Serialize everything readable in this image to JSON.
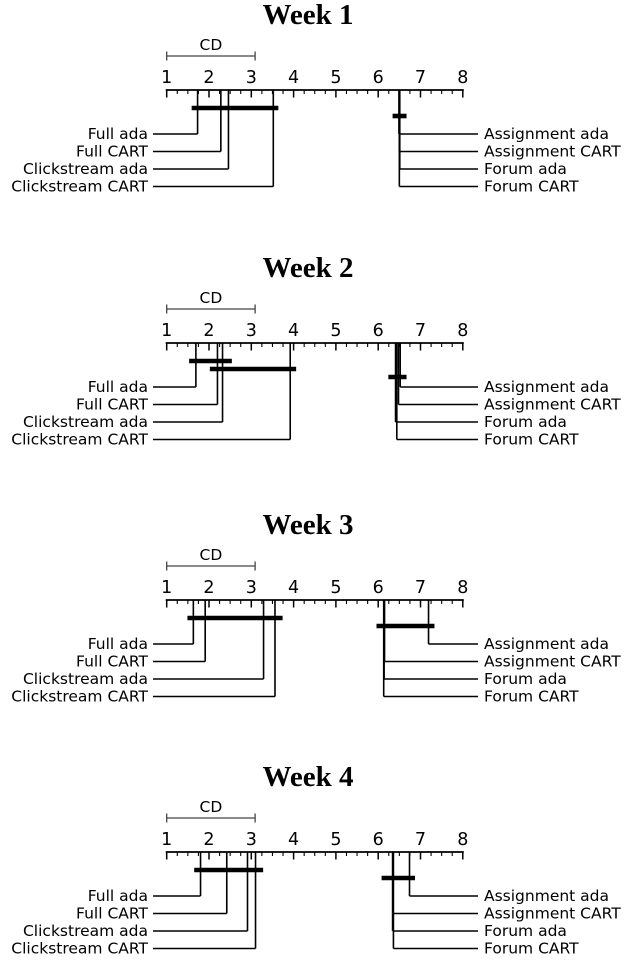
{
  "figure": {
    "background": "#ffffff",
    "line_color": "#000000",
    "bracket_color": "#444444",
    "left_method_order": [
      "Full ada",
      "Full CART",
      "Clickstream ada",
      "Clickstream CART"
    ],
    "right_method_order": [
      "Assignment ada",
      "Assignment CART",
      "Forum ada",
      "Forum CART"
    ]
  },
  "chart_data": [
    {
      "type": "cd-diagram",
      "title": "Week 1",
      "axis": {
        "min": 1,
        "max": 8,
        "major_ticks": [
          1,
          2,
          3,
          4,
          5,
          6,
          7,
          8
        ],
        "minor_step": 0.25
      },
      "cd": {
        "label": "CD",
        "value": 2.09,
        "span": [
          1.0,
          3.09
        ]
      },
      "methods": [
        {
          "name": "Full ada",
          "side": "left",
          "row": 0,
          "rank": 1.73
        },
        {
          "name": "Full CART",
          "side": "left",
          "row": 1,
          "rank": 2.28
        },
        {
          "name": "Clickstream ada",
          "side": "left",
          "row": 2,
          "rank": 2.46
        },
        {
          "name": "Clickstream CART",
          "side": "left",
          "row": 3,
          "rank": 3.52
        },
        {
          "name": "Assignment ada",
          "side": "right",
          "row": 0,
          "rank": 6.49
        },
        {
          "name": "Assignment CART",
          "side": "right",
          "row": 1,
          "rank": 6.5
        },
        {
          "name": "Forum ada",
          "side": "right",
          "row": 2,
          "rank": 6.51
        },
        {
          "name": "Forum CART",
          "side": "right",
          "row": 3,
          "rank": 6.5
        }
      ],
      "cliques": [
        {
          "span": [
            1.59,
            3.64
          ],
          "level": 0
        },
        {
          "span": [
            6.34,
            6.67
          ],
          "level": 1
        }
      ]
    },
    {
      "type": "cd-diagram",
      "title": "Week 2",
      "axis": {
        "min": 1,
        "max": 8,
        "major_ticks": [
          1,
          2,
          3,
          4,
          5,
          6,
          7,
          8
        ],
        "minor_step": 0.25
      },
      "cd": {
        "label": "CD",
        "value": 2.09,
        "span": [
          1.0,
          3.09
        ]
      },
      "methods": [
        {
          "name": "Full ada",
          "side": "left",
          "row": 0,
          "rank": 1.69
        },
        {
          "name": "Full CART",
          "side": "left",
          "row": 1,
          "rank": 2.2
        },
        {
          "name": "Clickstream ada",
          "side": "left",
          "row": 2,
          "rank": 2.32
        },
        {
          "name": "Clickstream CART",
          "side": "left",
          "row": 3,
          "rank": 3.92
        },
        {
          "name": "Assignment ada",
          "side": "right",
          "row": 0,
          "rank": 6.52
        },
        {
          "name": "Assignment CART",
          "side": "right",
          "row": 1,
          "rank": 6.48
        },
        {
          "name": "Forum ada",
          "side": "right",
          "row": 2,
          "rank": 6.41
        },
        {
          "name": "Forum CART",
          "side": "right",
          "row": 3,
          "rank": 6.44
        }
      ],
      "cliques": [
        {
          "span": [
            1.53,
            2.54
          ],
          "level": 0
        },
        {
          "span": [
            2.02,
            4.06
          ],
          "level": 1
        },
        {
          "span": [
            6.24,
            6.67
          ],
          "level": 2
        }
      ]
    },
    {
      "type": "cd-diagram",
      "title": "Week 3",
      "axis": {
        "min": 1,
        "max": 8,
        "major_ticks": [
          1,
          2,
          3,
          4,
          5,
          6,
          7,
          8
        ],
        "minor_step": 0.25
      },
      "cd": {
        "label": "CD",
        "value": 2.09,
        "span": [
          1.0,
          3.09
        ]
      },
      "methods": [
        {
          "name": "Full ada",
          "side": "left",
          "row": 0,
          "rank": 1.63
        },
        {
          "name": "Full CART",
          "side": "left",
          "row": 1,
          "rank": 1.91
        },
        {
          "name": "Clickstream ada",
          "side": "left",
          "row": 2,
          "rank": 3.29
        },
        {
          "name": "Clickstream CART",
          "side": "left",
          "row": 3,
          "rank": 3.56
        },
        {
          "name": "Assignment ada",
          "side": "right",
          "row": 0,
          "rank": 7.19
        },
        {
          "name": "Assignment CART",
          "side": "right",
          "row": 1,
          "rank": 6.15
        },
        {
          "name": "Forum ada",
          "side": "right",
          "row": 2,
          "rank": 6.14
        },
        {
          "name": "Forum CART",
          "side": "right",
          "row": 3,
          "rank": 6.13
        }
      ],
      "cliques": [
        {
          "span": [
            1.49,
            3.74
          ],
          "level": 0
        },
        {
          "span": [
            5.96,
            7.33
          ],
          "level": 1
        }
      ]
    },
    {
      "type": "cd-diagram",
      "title": "Week 4",
      "axis": {
        "min": 1,
        "max": 8,
        "major_ticks": [
          1,
          2,
          3,
          4,
          5,
          6,
          7,
          8
        ],
        "minor_step": 0.25
      },
      "cd": {
        "label": "CD",
        "value": 2.09,
        "span": [
          1.0,
          3.09
        ]
      },
      "methods": [
        {
          "name": "Full ada",
          "side": "left",
          "row": 0,
          "rank": 1.8
        },
        {
          "name": "Full CART",
          "side": "left",
          "row": 1,
          "rank": 2.42
        },
        {
          "name": "Clickstream ada",
          "side": "left",
          "row": 2,
          "rank": 2.91
        },
        {
          "name": "Clickstream CART",
          "side": "left",
          "row": 3,
          "rank": 3.1
        },
        {
          "name": "Assignment ada",
          "side": "right",
          "row": 0,
          "rank": 6.74
        },
        {
          "name": "Assignment CART",
          "side": "right",
          "row": 1,
          "rank": 6.35
        },
        {
          "name": "Forum ada",
          "side": "right",
          "row": 2,
          "rank": 6.34
        },
        {
          "name": "Forum CART",
          "side": "right",
          "row": 3,
          "rank": 6.36
        }
      ],
      "cliques": [
        {
          "span": [
            1.65,
            3.28
          ],
          "level": 0
        },
        {
          "span": [
            6.08,
            6.87
          ],
          "level": 1
        }
      ]
    }
  ]
}
